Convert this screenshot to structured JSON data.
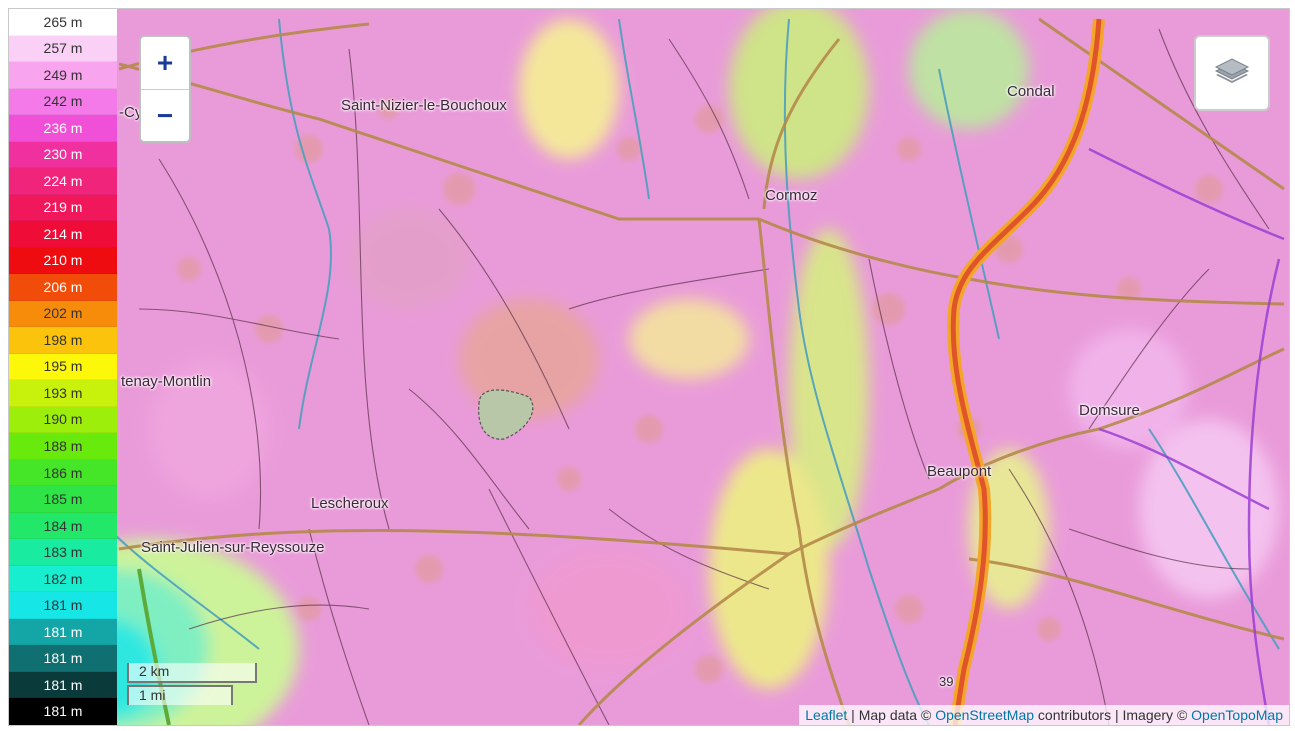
{
  "legend": [
    {
      "label": "265 m",
      "color": "#ffffff",
      "text": "#333333"
    },
    {
      "label": "257 m",
      "color": "#fbd0f6",
      "text": "#333333"
    },
    {
      "label": "249 m",
      "color": "#f8a4ee",
      "text": "#333333"
    },
    {
      "label": "242 m",
      "color": "#f37ae8",
      "text": "#333333"
    },
    {
      "label": "236 m",
      "color": "#f04fd8",
      "text": "#ffffff"
    },
    {
      "label": "230 m",
      "color": "#f0309e",
      "text": "#ffffff"
    },
    {
      "label": "224 m",
      "color": "#f0247a",
      "text": "#ffffff"
    },
    {
      "label": "219 m",
      "color": "#f0175a",
      "text": "#ffffff"
    },
    {
      "label": "214 m",
      "color": "#ef0d38",
      "text": "#ffffff"
    },
    {
      "label": "210 m",
      "color": "#ee0c10",
      "text": "#ffffff"
    },
    {
      "label": "206 m",
      "color": "#f24c0a",
      "text": "#ffffff"
    },
    {
      "label": "202 m",
      "color": "#f78c0b",
      "text": "#333333"
    },
    {
      "label": "198 m",
      "color": "#fbc30b",
      "text": "#333333"
    },
    {
      "label": "195 m",
      "color": "#fdf70a",
      "text": "#333333"
    },
    {
      "label": "193 m",
      "color": "#c8f20c",
      "text": "#333333"
    },
    {
      "label": "190 m",
      "color": "#9def0b",
      "text": "#333333"
    },
    {
      "label": "188 m",
      "color": "#68ea0c",
      "text": "#333333"
    },
    {
      "label": "186 m",
      "color": "#45e628",
      "text": "#333333"
    },
    {
      "label": "185 m",
      "color": "#2ee446",
      "text": "#333333"
    },
    {
      "label": "184 m",
      "color": "#22e768",
      "text": "#333333"
    },
    {
      "label": "183 m",
      "color": "#19eba0",
      "text": "#333333"
    },
    {
      "label": "182 m",
      "color": "#17eed0",
      "text": "#333333"
    },
    {
      "label": "181 m",
      "color": "#16e6e6",
      "text": "#333333"
    },
    {
      "label": "181 m",
      "color": "#14a6a6",
      "text": "#ffffff"
    },
    {
      "label": "181 m",
      "color": "#106f70",
      "text": "#ffffff"
    },
    {
      "label": "181 m",
      "color": "#0a3a3a",
      "text": "#ffffff"
    },
    {
      "label": "181 m",
      "color": "#000000",
      "text": "#ffffff"
    }
  ],
  "controls": {
    "zoom_in": "+",
    "zoom_out": "−",
    "layers_icon": "layers-icon"
  },
  "places": [
    {
      "name": "Saint-Nizier-le-Bouchoux"
    },
    {
      "name": "-Cyr-s"
    },
    {
      "name": "Cormoz"
    },
    {
      "name": "Condal"
    },
    {
      "name": "tenay-Montlin"
    },
    {
      "name": "Domsure"
    },
    {
      "name": "Beaupont"
    },
    {
      "name": "Lescheroux"
    },
    {
      "name": "Saint-Julien-sur-Reyssouze"
    },
    {
      "name": "39"
    }
  ],
  "scale": {
    "km": "2 km",
    "mi": "1 mi"
  },
  "attribution": {
    "leaflet": "Leaflet",
    "sep1": " | Map data © ",
    "osm": "OpenStreetMap",
    "mid": " contributors | Imagery © ",
    "otm": "OpenTopoMap"
  }
}
